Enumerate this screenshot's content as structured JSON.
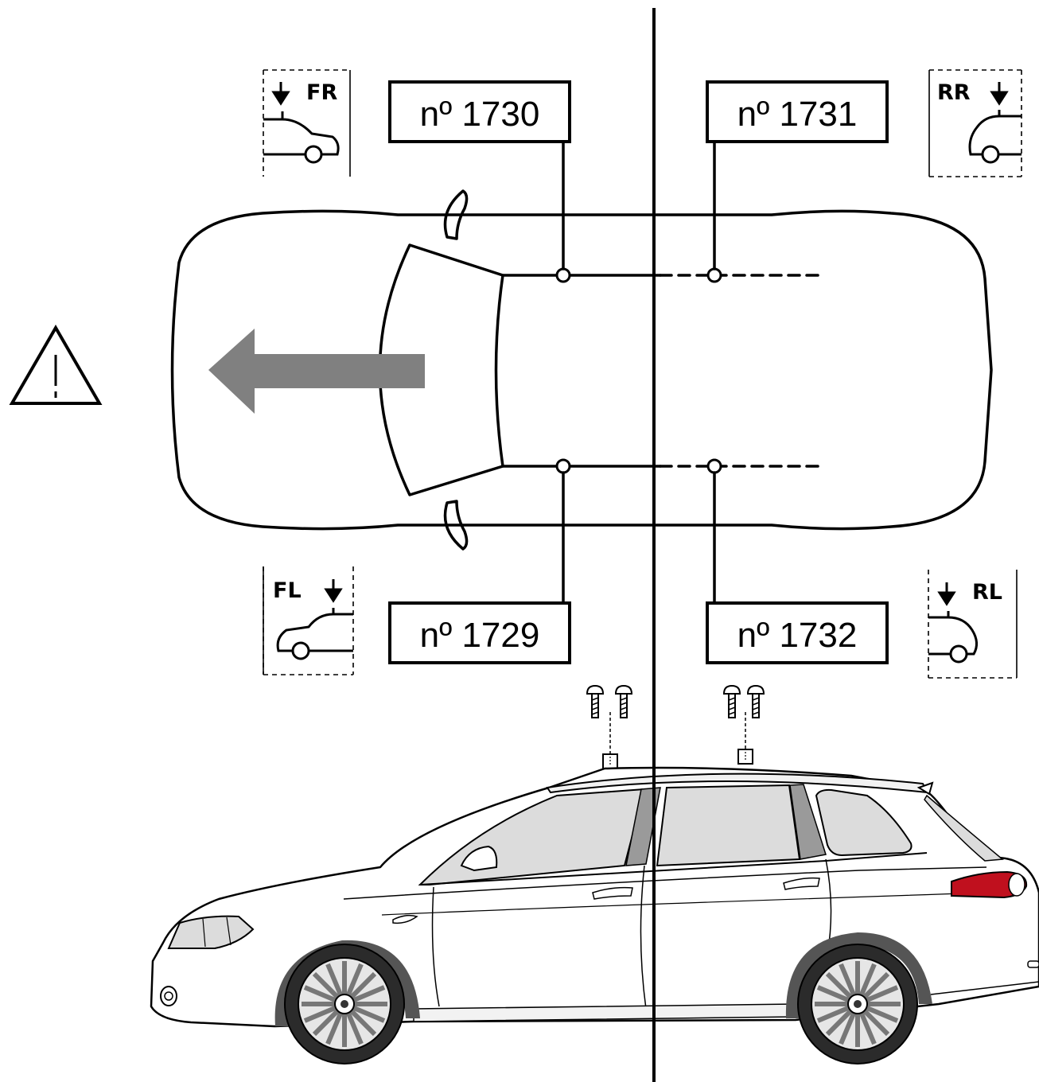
{
  "labels": {
    "front_right_part": "nº 1730",
    "rear_right_part": "nº 1731",
    "front_left_part": "nº 1729",
    "rear_left_part": "nº 1732"
  },
  "positions": {
    "front_right": "FR",
    "rear_right": "RR",
    "front_left": "FL",
    "rear_left": "RL"
  },
  "icons": {
    "warning": "warning-triangle-icon",
    "direction": "direction-arrow-icon",
    "screws": "screw-icon"
  },
  "colors": {
    "arrow": "#808080",
    "tail_light": "#c0101e",
    "glass": "#dcdcdc",
    "pillar": "#9a9a9a",
    "wheel_arch": "#555555"
  }
}
